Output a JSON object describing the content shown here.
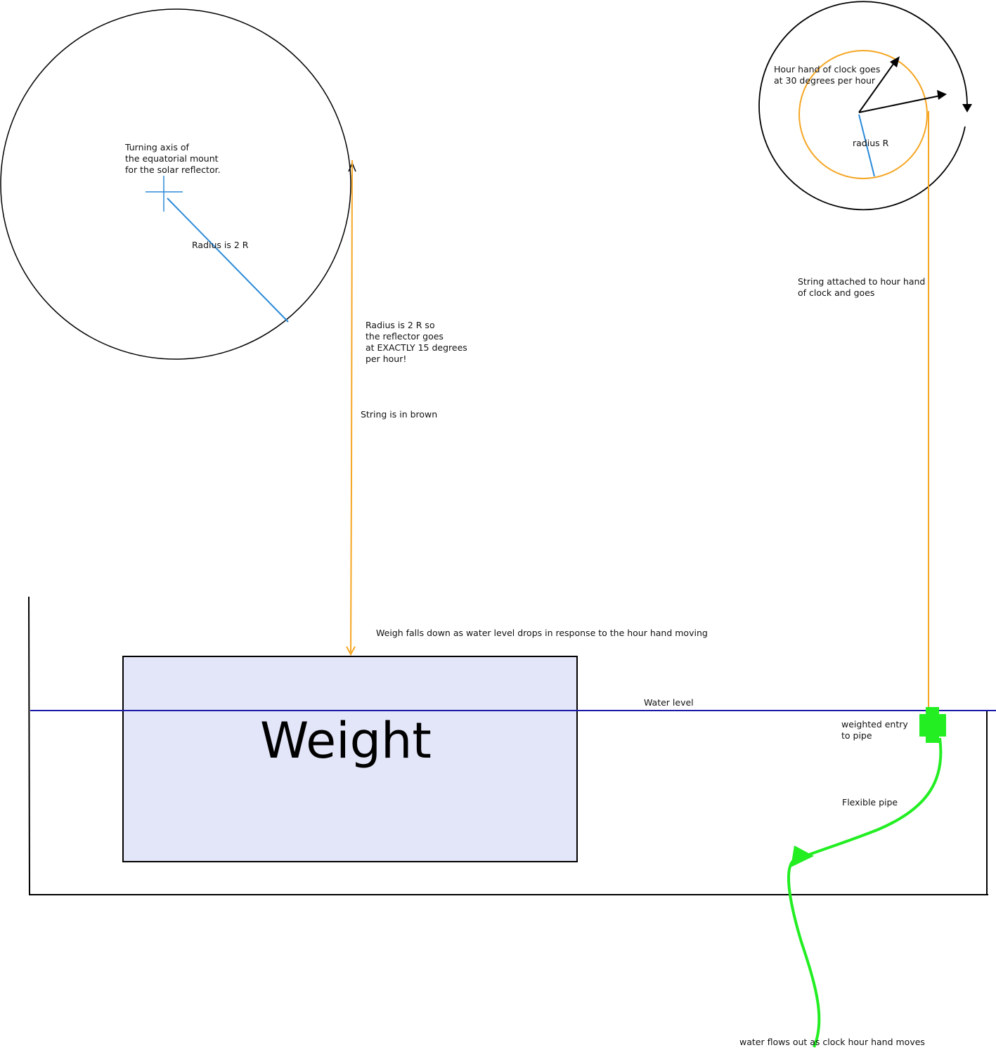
{
  "labels": {
    "turning_axis": [
      "Turning axis of",
      "the equatorial mount",
      " for the solar reflector."
    ],
    "radius_2r": "Radius is 2 R",
    "radius_note": [
      "Radius is 2 R so",
      "the reflector  goes",
      "at EXACTLY 15 degrees",
      "per hour!"
    ],
    "string_brown": "String is in brown",
    "hour_hand": [
      "Hour hand of clock goes",
      "at 30 degrees per hour"
    ],
    "radius_r": "radius R",
    "string_attached": [
      "String attached to hour hand",
      "of clock and goes"
    ],
    "weight_falls": "Weigh falls down as water level drops in response to the hour hand moving",
    "weight": "Weight",
    "water_level": "Water level",
    "weighted_entry": [
      "weighted entry",
      "to pipe"
    ],
    "flexible_pipe": "Flexible pipe",
    "water_flows": "water flows out as  clock hour hand moves"
  },
  "colors": {
    "string": "#f5a623",
    "water": "#1a1aa8",
    "pipe": "#22ee22",
    "radius": "#2a8ad8",
    "weight_fill": "#e3e5f8"
  }
}
